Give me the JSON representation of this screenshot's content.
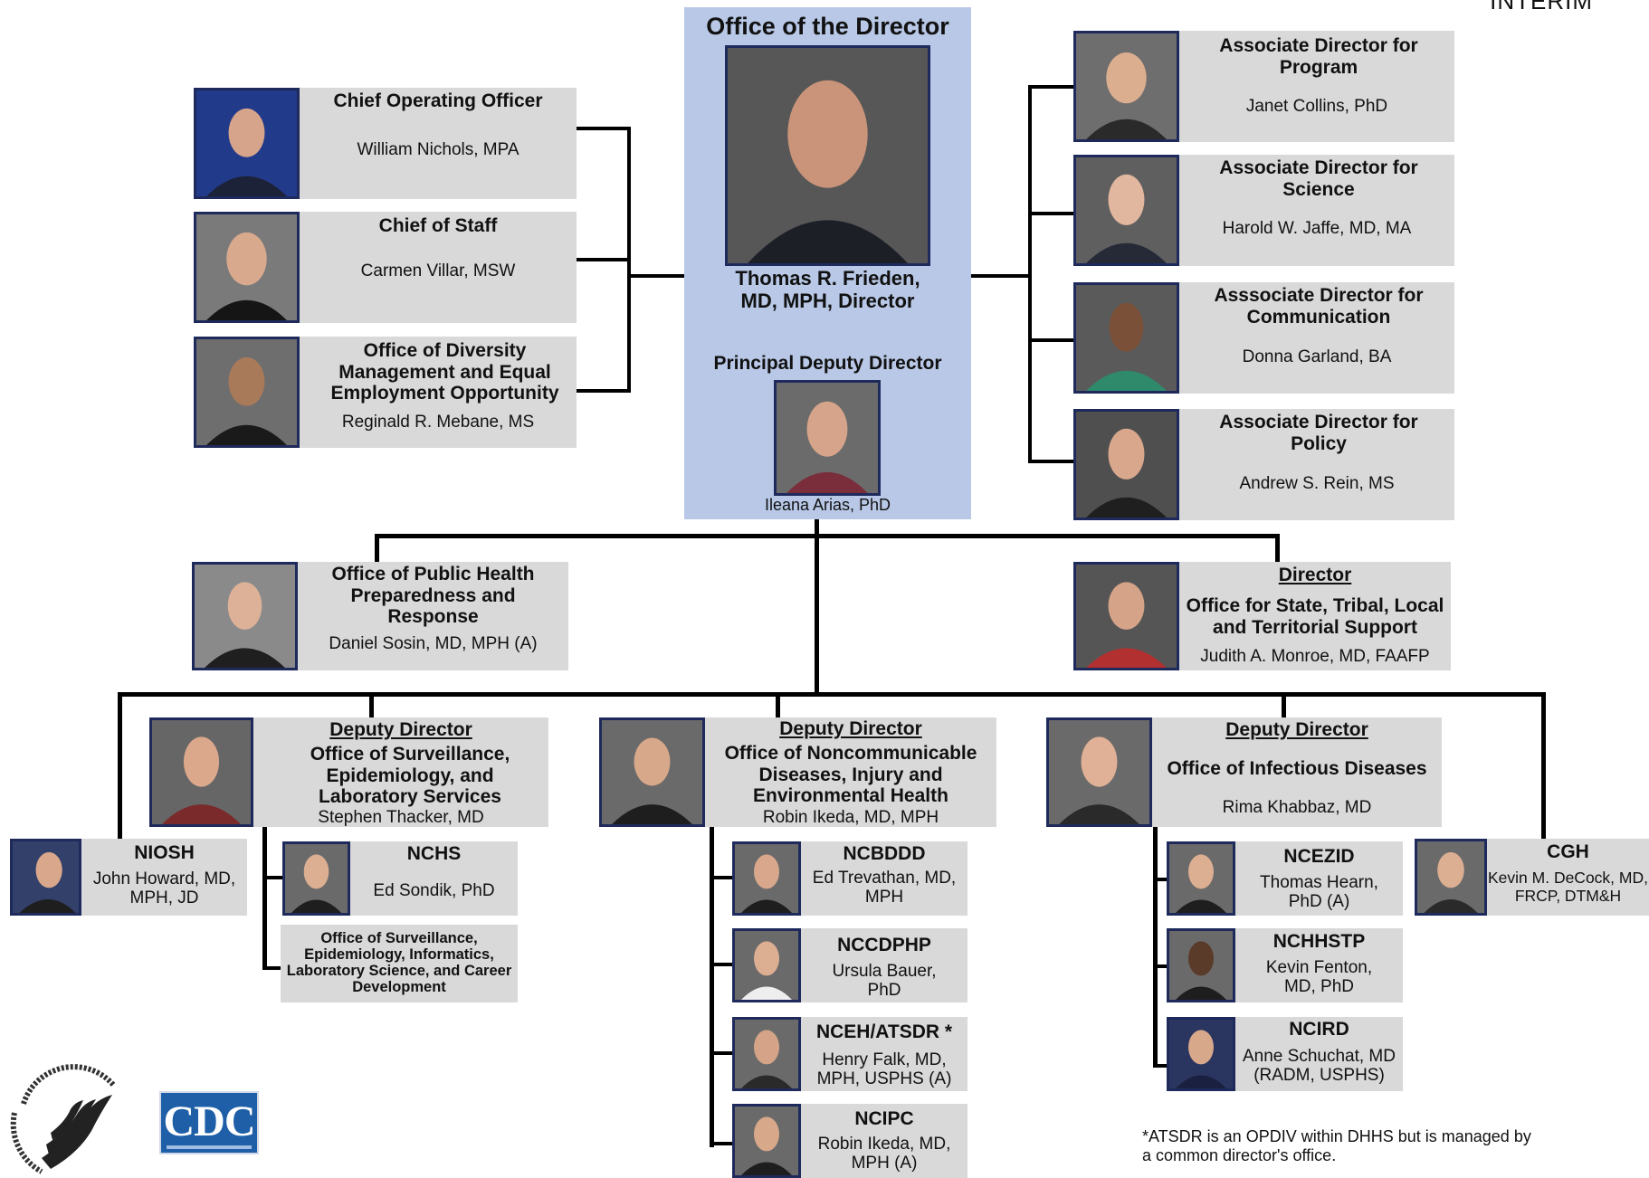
{
  "interim": "INTERIM",
  "office_director": {
    "header": "Office of the Director",
    "name": "Thomas R. Frieden, MD, MPH, Director",
    "deputy_title": "Principal Deputy Director",
    "deputy_name": "Ileana Arias, PhD"
  },
  "left_staff": [
    {
      "title": "Chief Operating Officer",
      "name": "William Nichols, MPA"
    },
    {
      "title": "Chief of Staff",
      "name": "Carmen Villar, MSW"
    },
    {
      "title": "Office of Diversity Management and Equal Employment Opportunity",
      "name": "Reginald R. Mebane, MS"
    }
  ],
  "right_staff": [
    {
      "title": "Associate Director for Program",
      "name": "Janet Collins, PhD"
    },
    {
      "title": "Associate Director for Science",
      "name": "Harold W. Jaffe, MD, MA"
    },
    {
      "title": "Asssociate Director for Communication",
      "name": "Donna Garland, BA"
    },
    {
      "title": "Associate Director for Policy",
      "name": "Andrew S. Rein, MS"
    }
  ],
  "ophpr": {
    "title": "Office of Public Health Preparedness and Response",
    "name": "Daniel Sosin, MD, MPH (A)"
  },
  "ostlts": {
    "label": "Director",
    "title": "Office for State, Tribal, Local and Territorial Support",
    "name": "Judith A. Monroe, MD, FAAFP"
  },
  "deputies": [
    {
      "label": "Deputy Director",
      "title": "Office of Surveillance, Epidemiology, and Laboratory Services",
      "name": "Stephen Thacker, MD"
    },
    {
      "label": "Deputy Director",
      "title": "Office of Noncommunicable Diseases, Injury and Environmental Health",
      "name": "Robin Ikeda, MD, MPH"
    },
    {
      "label": "Deputy Director",
      "title": "Office of Infectious Diseases",
      "name": "Rima Khabbaz, MD"
    }
  ],
  "niosh": {
    "title": "NIOSH",
    "name": "John Howard, MD, MPH, JD"
  },
  "nchs": {
    "title": "NCHS",
    "name": "Ed Sondik, PhD"
  },
  "oseilscd": {
    "title": "Office of Surveillance, Epidemiology, Informatics, Laboratory Science, and Career Development"
  },
  "noncomm_centers": [
    {
      "title": "NCBDDD",
      "name": "Ed Trevathan, MD, MPH"
    },
    {
      "title": "NCCDPHP",
      "name": "Ursula Bauer, PhD"
    },
    {
      "title": "NCEH/ATSDR *",
      "name": "Henry Falk, MD, MPH, USPHS (A)"
    },
    {
      "title": "NCIPC",
      "name": "Robin Ikeda, MD, MPH (A)"
    }
  ],
  "infect_centers": [
    {
      "title": "NCEZID",
      "name": "Thomas Hearn, PhD (A)"
    },
    {
      "title": "NCHHSTP",
      "name": "Kevin Fenton, MD, PhD"
    },
    {
      "title": "NCIRD",
      "name": "Anne Schuchat, MD (RADM, USPHS)"
    }
  ],
  "cgh": {
    "title": "CGH",
    "name": "Kevin M. DeCock, MD, FRCP, DTM&H"
  },
  "footnote": "*ATSDR is an OPDIV within DHHS but is managed by a common director's office.",
  "cdc_logo": "CDC",
  "colors": {
    "director_bg": "#b8c8e6",
    "box_bg": "#d9d9d9",
    "photo_border": "#1f2a5c",
    "cdc_blue": "#1f5fa8"
  }
}
